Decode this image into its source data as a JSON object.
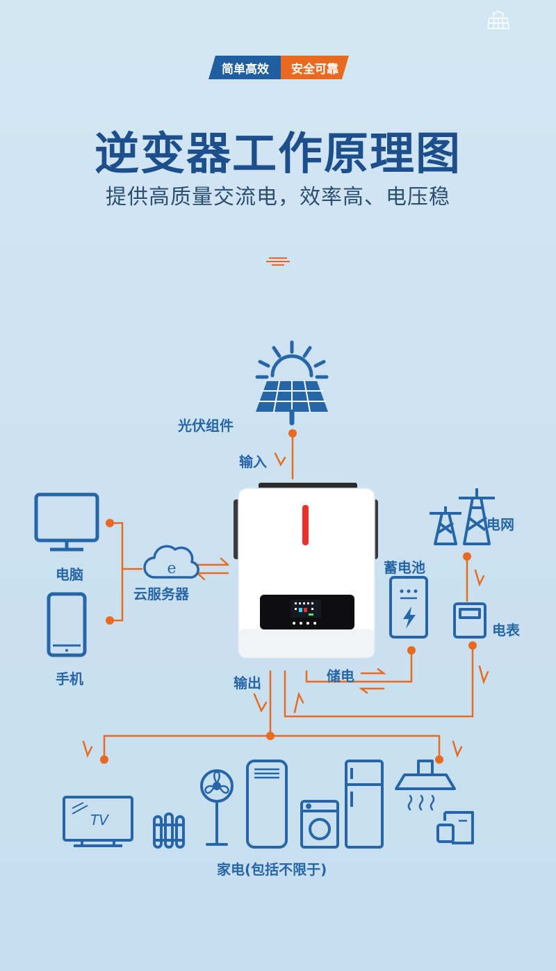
{
  "badge": {
    "left": "简单高效",
    "right": "安全可靠"
  },
  "title": "逆变器工作原理图",
  "subtitle": "提供高质量交流电，效率高、电压稳",
  "labels": {
    "pv": "光伏组件",
    "input": "输入",
    "grid": "电网",
    "computer": "电脑",
    "cloud": "云服务器",
    "phone": "手机",
    "battery": "蓄电池",
    "meter": "电表",
    "output": "输出",
    "storage": "储电",
    "appliances": "家电(包括不限于)",
    "cloud_letter": "e",
    "tv_text": "TV"
  },
  "colors": {
    "accent": "#e96a1e",
    "primary": "#2766a6",
    "title": "#1d4f8c",
    "display_red": "#e8312a"
  }
}
